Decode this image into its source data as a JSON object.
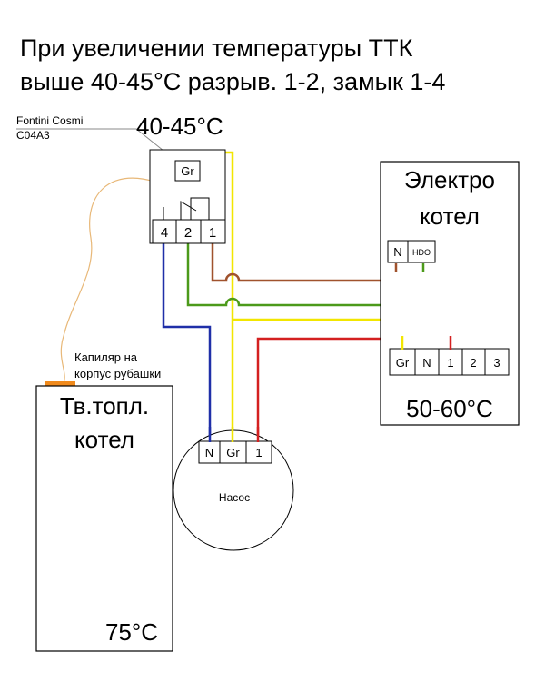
{
  "title": {
    "line1": "При увеличении температуры ТТК",
    "line2": "выше 40-45°C разрыв. 1-2, замык 1-4"
  },
  "thermostat": {
    "brand": "Fontini Cosmi",
    "model": "C04A3",
    "temp": "40-45°C",
    "gr": "Gr",
    "terminals": [
      "4",
      "2",
      "1"
    ]
  },
  "electric_boiler": {
    "name_line1": "Электро",
    "name_line2": "котел",
    "terminal_n": "N",
    "terminal_hdo": "HDO",
    "terminals": [
      "Gr",
      "N",
      "1",
      "2",
      "3"
    ],
    "temp": "50-60°C"
  },
  "capillary": {
    "line1": "Капиляр на",
    "line2": "корпус рубашки"
  },
  "solid_boiler": {
    "name_line1": "Тв.топл.",
    "name_line2": "котел",
    "temp": "75°C"
  },
  "pump": {
    "name": "Насос",
    "terminals": [
      "N",
      "Gr",
      "1"
    ]
  },
  "colors": {
    "yellow": "#f2e600",
    "brown": "#a0522d",
    "green": "#4c9a1a",
    "blue": "#1f2fa8",
    "red": "#d42020",
    "capillary": "#e8b878",
    "pad": "#f08a1c"
  }
}
